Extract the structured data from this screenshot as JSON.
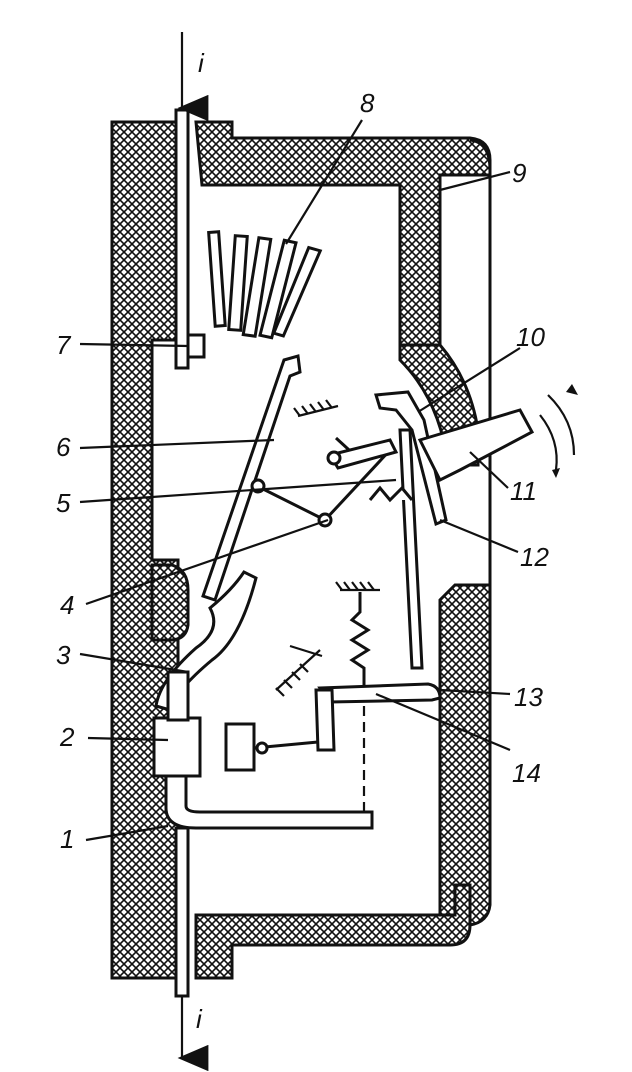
{
  "current_label_top": "i",
  "current_label_bottom": "i",
  "part_labels": [
    "1",
    "2",
    "3",
    "4",
    "5",
    "6",
    "7",
    "8",
    "9",
    "10",
    "11",
    "12",
    "13",
    "14"
  ]
}
